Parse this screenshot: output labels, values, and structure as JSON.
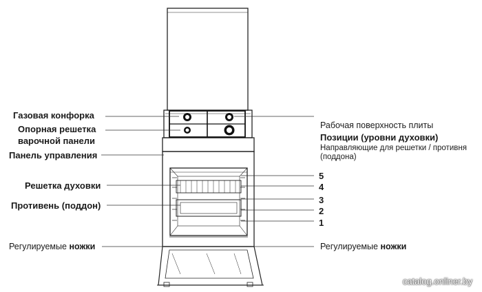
{
  "labels_left": {
    "gas_burner": "Газовая конфорка",
    "support_grid_line1": "Опорная решетка",
    "support_grid_line2": "варочной панели",
    "control_panel": "Панель управления",
    "oven_rack": "Решетка духовки",
    "tray": "Противень (поддон)",
    "feet_prefix": "Регулируемые ",
    "feet_bold": "ножки"
  },
  "labels_right": {
    "work_surface": "Рабочая поверхность плиты",
    "positions_title": "Позиции (уровни духовки)",
    "guides_line1": "Направляющие  для решетки / противня",
    "guides_line2": "(поддона)",
    "feet_prefix": "Регулируемые ",
    "feet_bold": "ножки"
  },
  "levels": [
    "5",
    "4",
    "3",
    "2",
    "1"
  ],
  "watermark": "catalog.onliner.by"
}
